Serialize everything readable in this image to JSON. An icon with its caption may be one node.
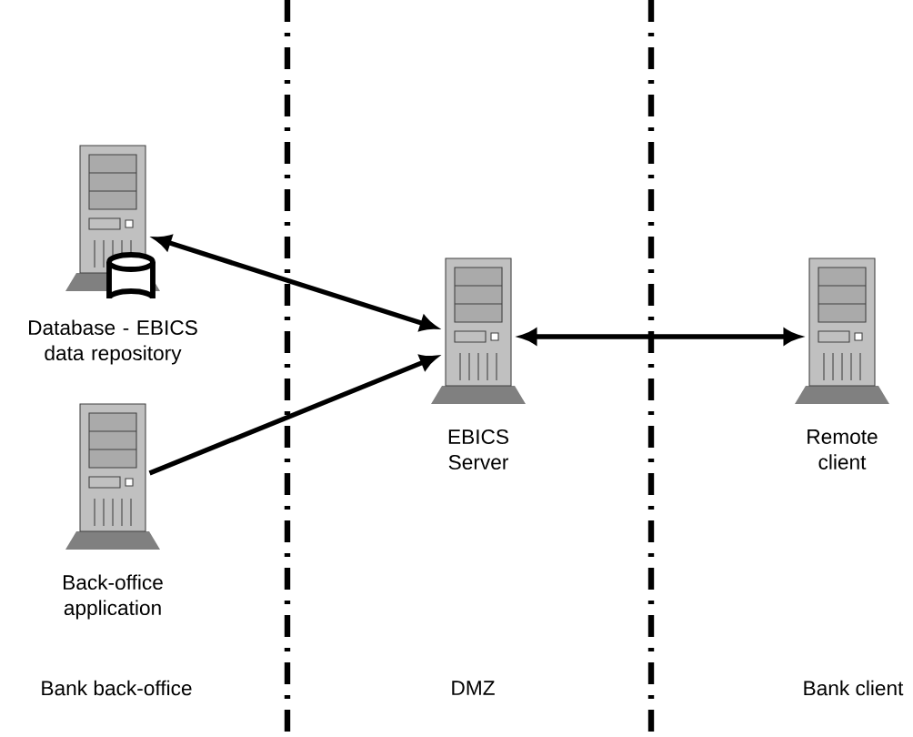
{
  "diagram": {
    "nodes": [
      {
        "text": [
          "Database - EBICS data repository"
        ]
      },
      {
        "text": [
          "EBICS Server"
        ]
      },
      {
        "text": [
          "Back-office application"
        ]
      },
      {
        "text": [
          "Remote client"
        ]
      }
    ],
    "edges": [
      {
        "from": 0,
        "to": 1,
        "arrow": "both"
      },
      {
        "from": 2,
        "to": 1,
        "arrow": "to"
      },
      {
        "from": 1,
        "to": 3,
        "arrow": "both"
      }
    ],
    "labels": [
      "Bank back-office",
      "DMZ",
      "Bank client"
    ]
  }
}
